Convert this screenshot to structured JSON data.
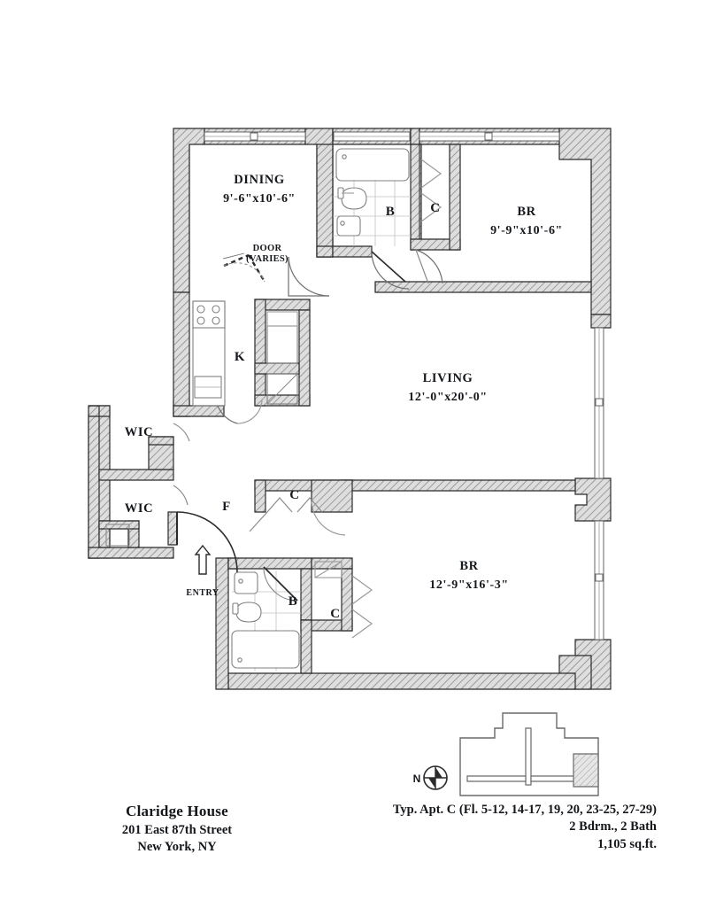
{
  "document": {
    "type": "floor-plan",
    "title": "Claridge House Typical Apartment C Floor Plan"
  },
  "caption": {
    "building_name": "Claridge House",
    "address_line": "201 East 87th Street",
    "city_line": "New York, NY",
    "apartment_line": "Typ. Apt. C (Fl. 5-12, 14-17, 19, 20, 23-25, 27-29)",
    "bedrooms_baths": "2 Bdrm., 2 Bath",
    "square_feet": "1,105 sq.ft."
  },
  "rooms": [
    {
      "id": "dining",
      "name": "DINING",
      "dimensions": "9'-6\"x10'-6\""
    },
    {
      "id": "br_north",
      "name": "BR",
      "dimensions": "9'-9\"x10'-6\""
    },
    {
      "id": "living",
      "name": "LIVING",
      "dimensions": "12'-0\"x20'-0\""
    },
    {
      "id": "br_south",
      "name": "BR",
      "dimensions": "12'-9\"x16'-3\""
    }
  ],
  "abbreviations": {
    "bath_north": "B",
    "bath_south": "B",
    "closet_north": "C",
    "closet_mid": "C",
    "closet_south": "C",
    "kitchen": "K",
    "foyer": "F",
    "wic_upper": "WIC",
    "wic_lower": "WIC"
  },
  "annotations": {
    "door_note_line1": "DOOR",
    "door_note_line2": "(VARIES)",
    "entry_label": "ENTRY",
    "compass_label": "N"
  },
  "colors": {
    "paper": "#ffffff",
    "wall_outline": "#2b2b2b",
    "wall_fill": "#d9d9d9",
    "wall_hatch": "#8d8d8d",
    "thin_line": "#4a4a4a",
    "fixture_line": "#7a7a7a",
    "tile_line": "#b5b5b5",
    "text": "#15181c"
  }
}
